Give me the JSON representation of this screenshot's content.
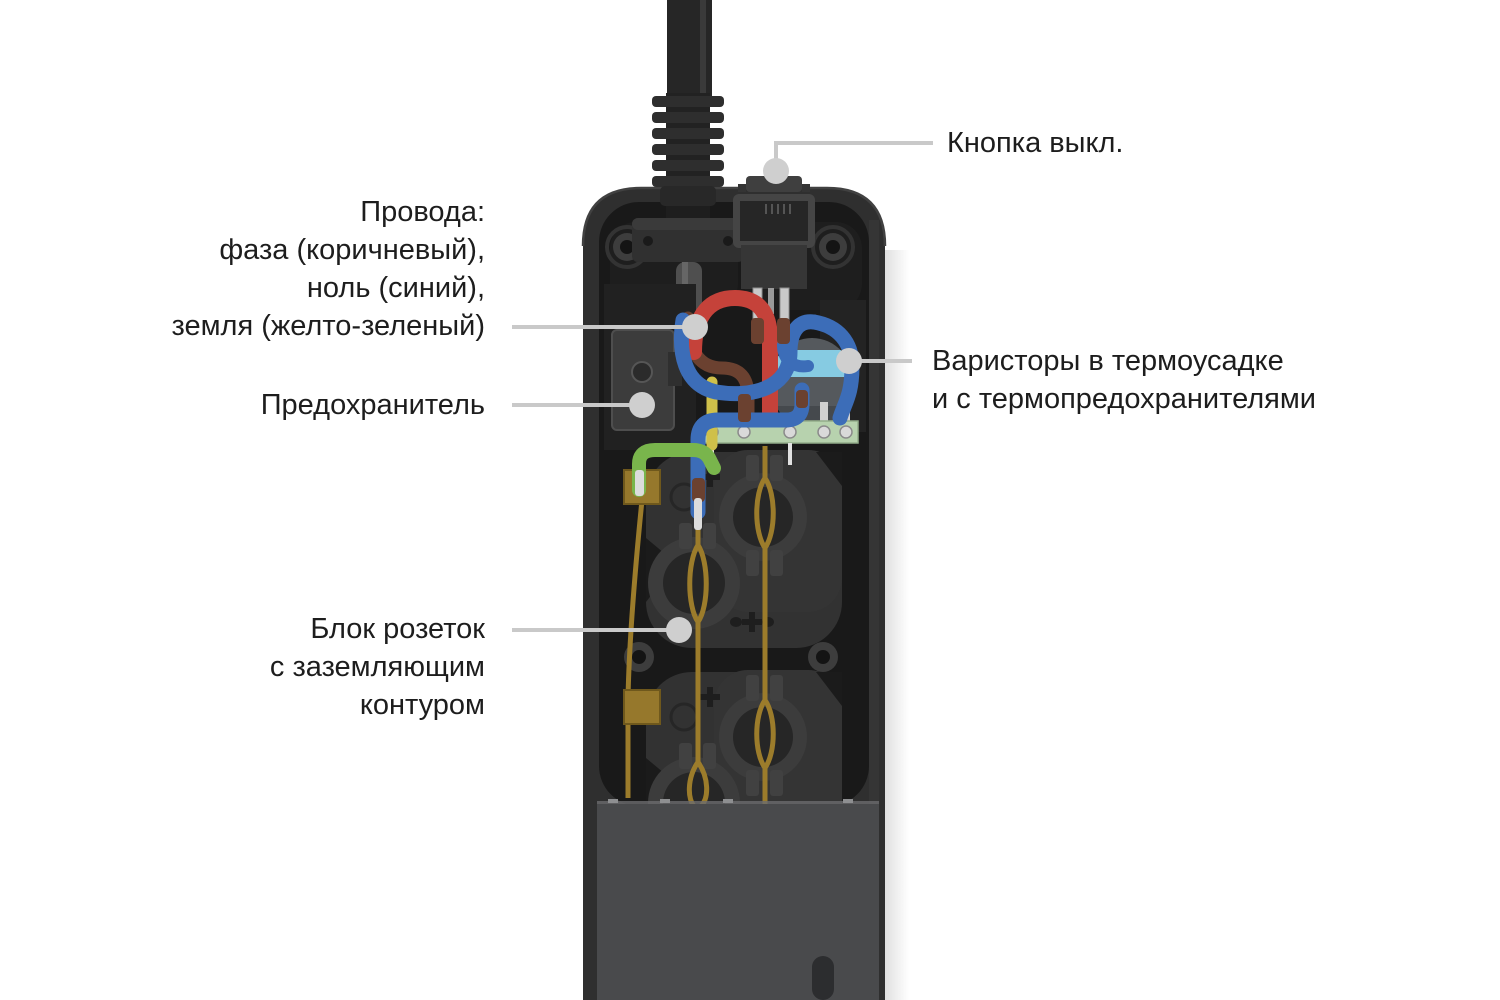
{
  "labels": {
    "power_button": {
      "text": "Кнопка выкл."
    },
    "wires": {
      "lines": [
        "Провода:",
        "фаза (коричневый),",
        "ноль (синий),",
        "земля (желто-зеленый)"
      ]
    },
    "fuse": {
      "text": "Предохранитель"
    },
    "varistors": {
      "lines": [
        "Варисторы в термоусадке",
        "и с термопредохранителями"
      ]
    },
    "socket_block": {
      "lines": [
        "Блок розеток",
        "с заземляющим",
        "контуром"
      ]
    }
  },
  "colors": {
    "background": "#ffffff",
    "text": "#1d1d1d",
    "leader_line": "#c9c9c9",
    "leader_dot": "#cfcfcf",
    "body_dark": "#2f2f2f",
    "cavity": "#191919",
    "bottom_panel": "#494a4c",
    "wire_red": "#c5423a",
    "wire_brown": "#6b4130",
    "wire_blue": "#3c6db8",
    "wire_green": "#79b54c",
    "wire_yellow": "#cfc04a",
    "varistor_body": "#55595d",
    "varistor_sleeve": "#86cbe2",
    "brass": "#9c7c2b",
    "pcb": "#b7d2ae"
  }
}
